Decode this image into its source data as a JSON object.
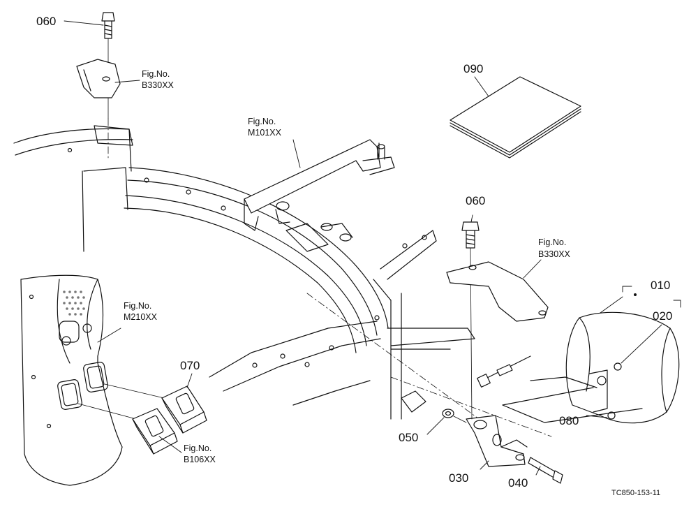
{
  "parts": {
    "p010": "010",
    "p020": "020",
    "p030": "030",
    "p040": "040",
    "p050": "050",
    "p060a": "060",
    "p060b": "060",
    "p070": "070",
    "p080": "080",
    "p090": "090"
  },
  "fig_refs": {
    "b330_top": {
      "label": "Fig.No.",
      "code": "B330XX"
    },
    "m101": {
      "label": "Fig.No.",
      "code": "M101XX"
    },
    "b330_right": {
      "label": "Fig.No.",
      "code": "B330XX"
    },
    "m210": {
      "label": "Fig.No.",
      "code": "M210XX"
    },
    "b106": {
      "label": "Fig.No.",
      "code": "B106XX"
    }
  },
  "drawing_code": "TC850-153-11"
}
